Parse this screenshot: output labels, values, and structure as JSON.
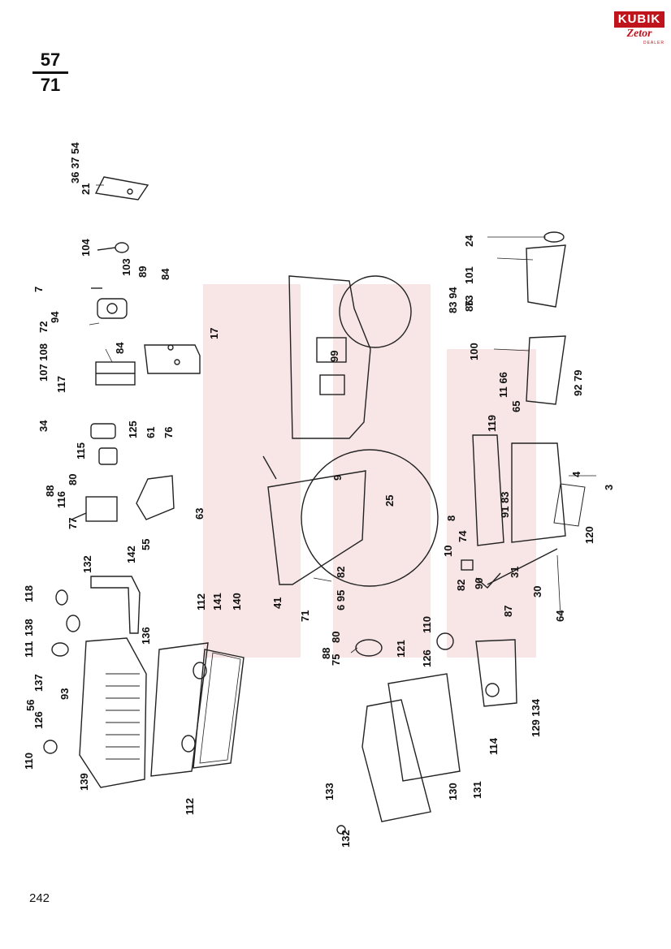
{
  "header": {
    "section_top": "57",
    "section_bottom": "71"
  },
  "logo": {
    "brand": "KUBIK",
    "sub": "Zetor",
    "dealer": "DEALER"
  },
  "footer": {
    "page_number": "242"
  },
  "colors": {
    "brand_red": "#c0141c",
    "ink": "#111111"
  },
  "callouts": {
    "c21": "21",
    "c36": "36 37 54",
    "c104": "104",
    "c7": "7",
    "c103": "103",
    "c89": "89",
    "c84a": "84",
    "c84b": "84",
    "c72": "72",
    "c94": "94",
    "c107": "107 108",
    "c117": "117",
    "c17": "17",
    "c125": "125",
    "c61": "61",
    "c76": "76",
    "c34": "34",
    "c115": "115",
    "c88": "88",
    "c80": "80",
    "c116": "116",
    "c77": "77",
    "c63": "63",
    "c142": "142",
    "c55": "55",
    "c132a": "132",
    "c118": "118",
    "c138": "138",
    "c111": "111",
    "c137": "137",
    "c93": "93",
    "c56": "56",
    "c126a": "126",
    "c110a": "110",
    "c139": "139",
    "c136": "136",
    "c112a": "112",
    "c141": "141",
    "c140": "140",
    "c112b": "112",
    "c99": "99",
    "c9": "9",
    "c25": "25",
    "c82a": "82",
    "c695": "6 95",
    "c41": "41",
    "c71": "71",
    "c88b": "88",
    "c80b": "80",
    "c75": "75",
    "c121": "121",
    "c110b": "110",
    "c126b": "126",
    "c133": "133",
    "c132b": "132",
    "c130": "130",
    "c131": "131",
    "c114": "114",
    "c129": "129 134",
    "c24": "24",
    "c101": "101",
    "c73": "73",
    "c83": "83 94",
    "c86": "86",
    "c100": "100",
    "c9279": "92 79",
    "c1166": "11 66",
    "c65": "65",
    "c119": "119",
    "c4": "4",
    "c3": "3",
    "c8": "8",
    "c9183": "91 83",
    "c74": "74",
    "c10": "10",
    "c120": "120",
    "c31": "31",
    "c30": "30",
    "c82b": "82",
    "c90": "90",
    "c87": "87",
    "c64": "64"
  }
}
